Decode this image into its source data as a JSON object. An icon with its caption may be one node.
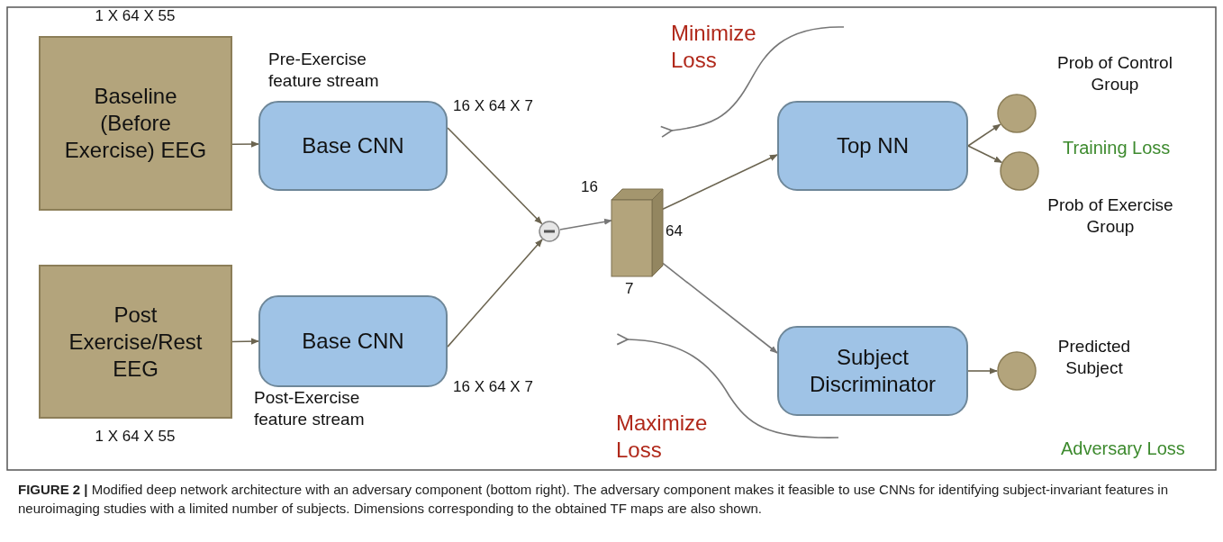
{
  "diagram": {
    "caption": "**FIGURE 2 |** Modified deep network architecture with an adversary component (bottom right). The adversary component makes it feasible to use CNNs for identifying subject-invariant features in neuroimaging studies with a limited number of subjects. Dimensions corresponding to the obtained TF maps are also shown.",
    "nodes": [
      {
        "text": [
          "Baseline (Before Exercise) EEG"
        ],
        "beside": [
          "1 X 64 X 55"
        ]
      },
      {
        "text": [
          "Post Exercise/Rest EEG"
        ],
        "beside": [
          "1 X 64 X 55"
        ]
      },
      {
        "text": [
          "Base CNN"
        ],
        "beside": [
          "Pre-Exercise feature stream",
          "16 X 64 X 7"
        ]
      },
      {
        "text": [
          "Base CNN"
        ],
        "beside": [
          "Post-Exercise feature stream",
          "16 X 64 X 7"
        ]
      },
      {
        "text": [],
        "shape": "circle"
      },
      {
        "text": [],
        "shape": "box",
        "beside": [
          "16",
          "64",
          "7"
        ]
      },
      {
        "text": [
          "Top NN"
        ]
      },
      {
        "text": [
          "Subject Discriminator"
        ]
      },
      {
        "text": [],
        "shape": "circle",
        "beside": [
          "Prob of Control Group"
        ]
      },
      {
        "text": [],
        "shape": "circle",
        "beside": [
          "Prob of Exercise Group"
        ]
      },
      {
        "text": [],
        "shape": "circle",
        "beside": [
          "Predicted Subject"
        ]
      }
    ],
    "edges": [
      {
        "from": 0,
        "to": 2,
        "arrow": "to"
      },
      {
        "from": 1,
        "to": 3,
        "arrow": "to"
      },
      {
        "from": 2,
        "to": 4,
        "arrow": "to"
      },
      {
        "from": 3,
        "to": 4,
        "arrow": "to"
      },
      {
        "from": 4,
        "to": 5,
        "arrow": "to",
        "color": "#777777"
      },
      {
        "from": 5,
        "to": 6,
        "arrow": "to"
      },
      {
        "from": 5,
        "to": 7,
        "arrow": "to",
        "color": "#777777"
      },
      {
        "from": 6,
        "to": 8,
        "arrow": "to"
      },
      {
        "from": 6,
        "to": 9,
        "arrow": "to"
      },
      {
        "from": 7,
        "to": 10,
        "arrow": "to"
      }
    ],
    "labels": [
      "Minimize Loss",
      "Training Loss",
      "Maximize Loss",
      "Adversary Loss"
    ]
  }
}
